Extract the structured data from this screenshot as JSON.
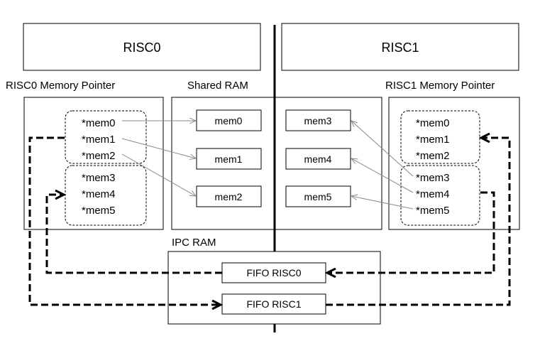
{
  "processors": {
    "risc0": "RISC0",
    "risc1": "RISC1"
  },
  "sections": {
    "risc0_memory_pointer": "RISC0 Memory Pointer",
    "shared_ram": "Shared RAM",
    "risc1_memory_pointer": "RISC1 Memory Pointer",
    "ipc_ram": "IPC RAM"
  },
  "risc0_pointers": [
    "*mem0",
    "*mem1",
    "*mem2",
    "*mem3",
    "*mem4",
    "*mem5"
  ],
  "risc1_pointers": [
    "*mem0",
    "*mem1",
    "*mem2",
    "*mem3",
    "*mem4",
    "*mem5"
  ],
  "shared_ram_blocks": {
    "left": [
      "mem0",
      "mem1",
      "mem2"
    ],
    "right": [
      "mem3",
      "mem4",
      "mem5"
    ]
  },
  "fifos": {
    "risc0": "FIFO RISC0",
    "risc1": "FIFO RISC1"
  },
  "colors": {
    "line": "#000000",
    "pointer_arrow": "#8a8a8a",
    "background": "#ffffff"
  }
}
